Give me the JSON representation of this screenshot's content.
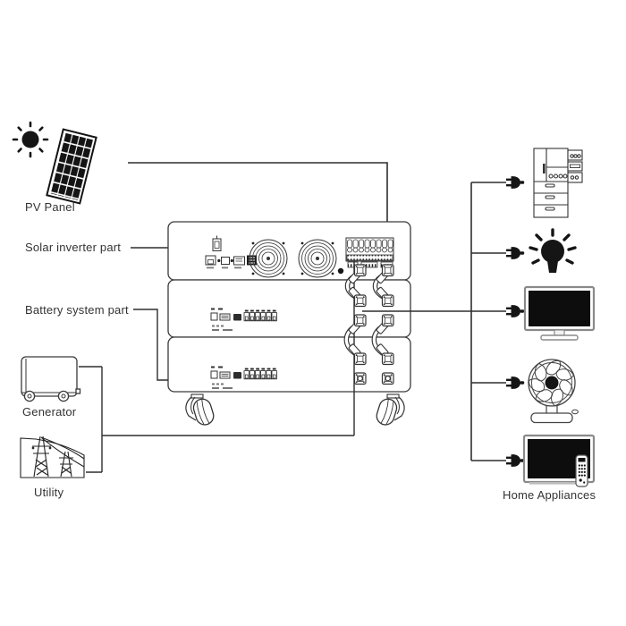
{
  "labels": {
    "pv_panel": "PV Panel",
    "solar_inverter": "Solar inverter part",
    "battery_system": "Battery system part",
    "generator": "Generator",
    "utility": "Utility",
    "home_appliances": "Home Appliances"
  },
  "colors": {
    "background": "#ffffff",
    "line": "#2e2e2e",
    "text": "#333333",
    "icon_black": "#151515",
    "screen_black": "#0d0d0d",
    "tv_frame_gray": "#8a8a8a"
  },
  "icons": [
    "sun-icon",
    "solar-panel-icon",
    "generator-icon",
    "utility-towers-icon",
    "refrigerator-icon",
    "light-bulb-icon",
    "monitor-icon",
    "fan-icon",
    "tv-icon",
    "power-plug-icon",
    "caster-wheel-icon",
    "cooling-fan-icon",
    "terminal-block-icon",
    "battery-connector-icon"
  ],
  "components": {
    "rack_units": [
      "solar-inverter-unit",
      "battery-unit-1",
      "battery-unit-2"
    ],
    "sources": [
      "pv-panel",
      "generator",
      "utility"
    ],
    "appliances": [
      "refrigerator",
      "light-bulb",
      "monitor",
      "fan",
      "tv"
    ]
  }
}
